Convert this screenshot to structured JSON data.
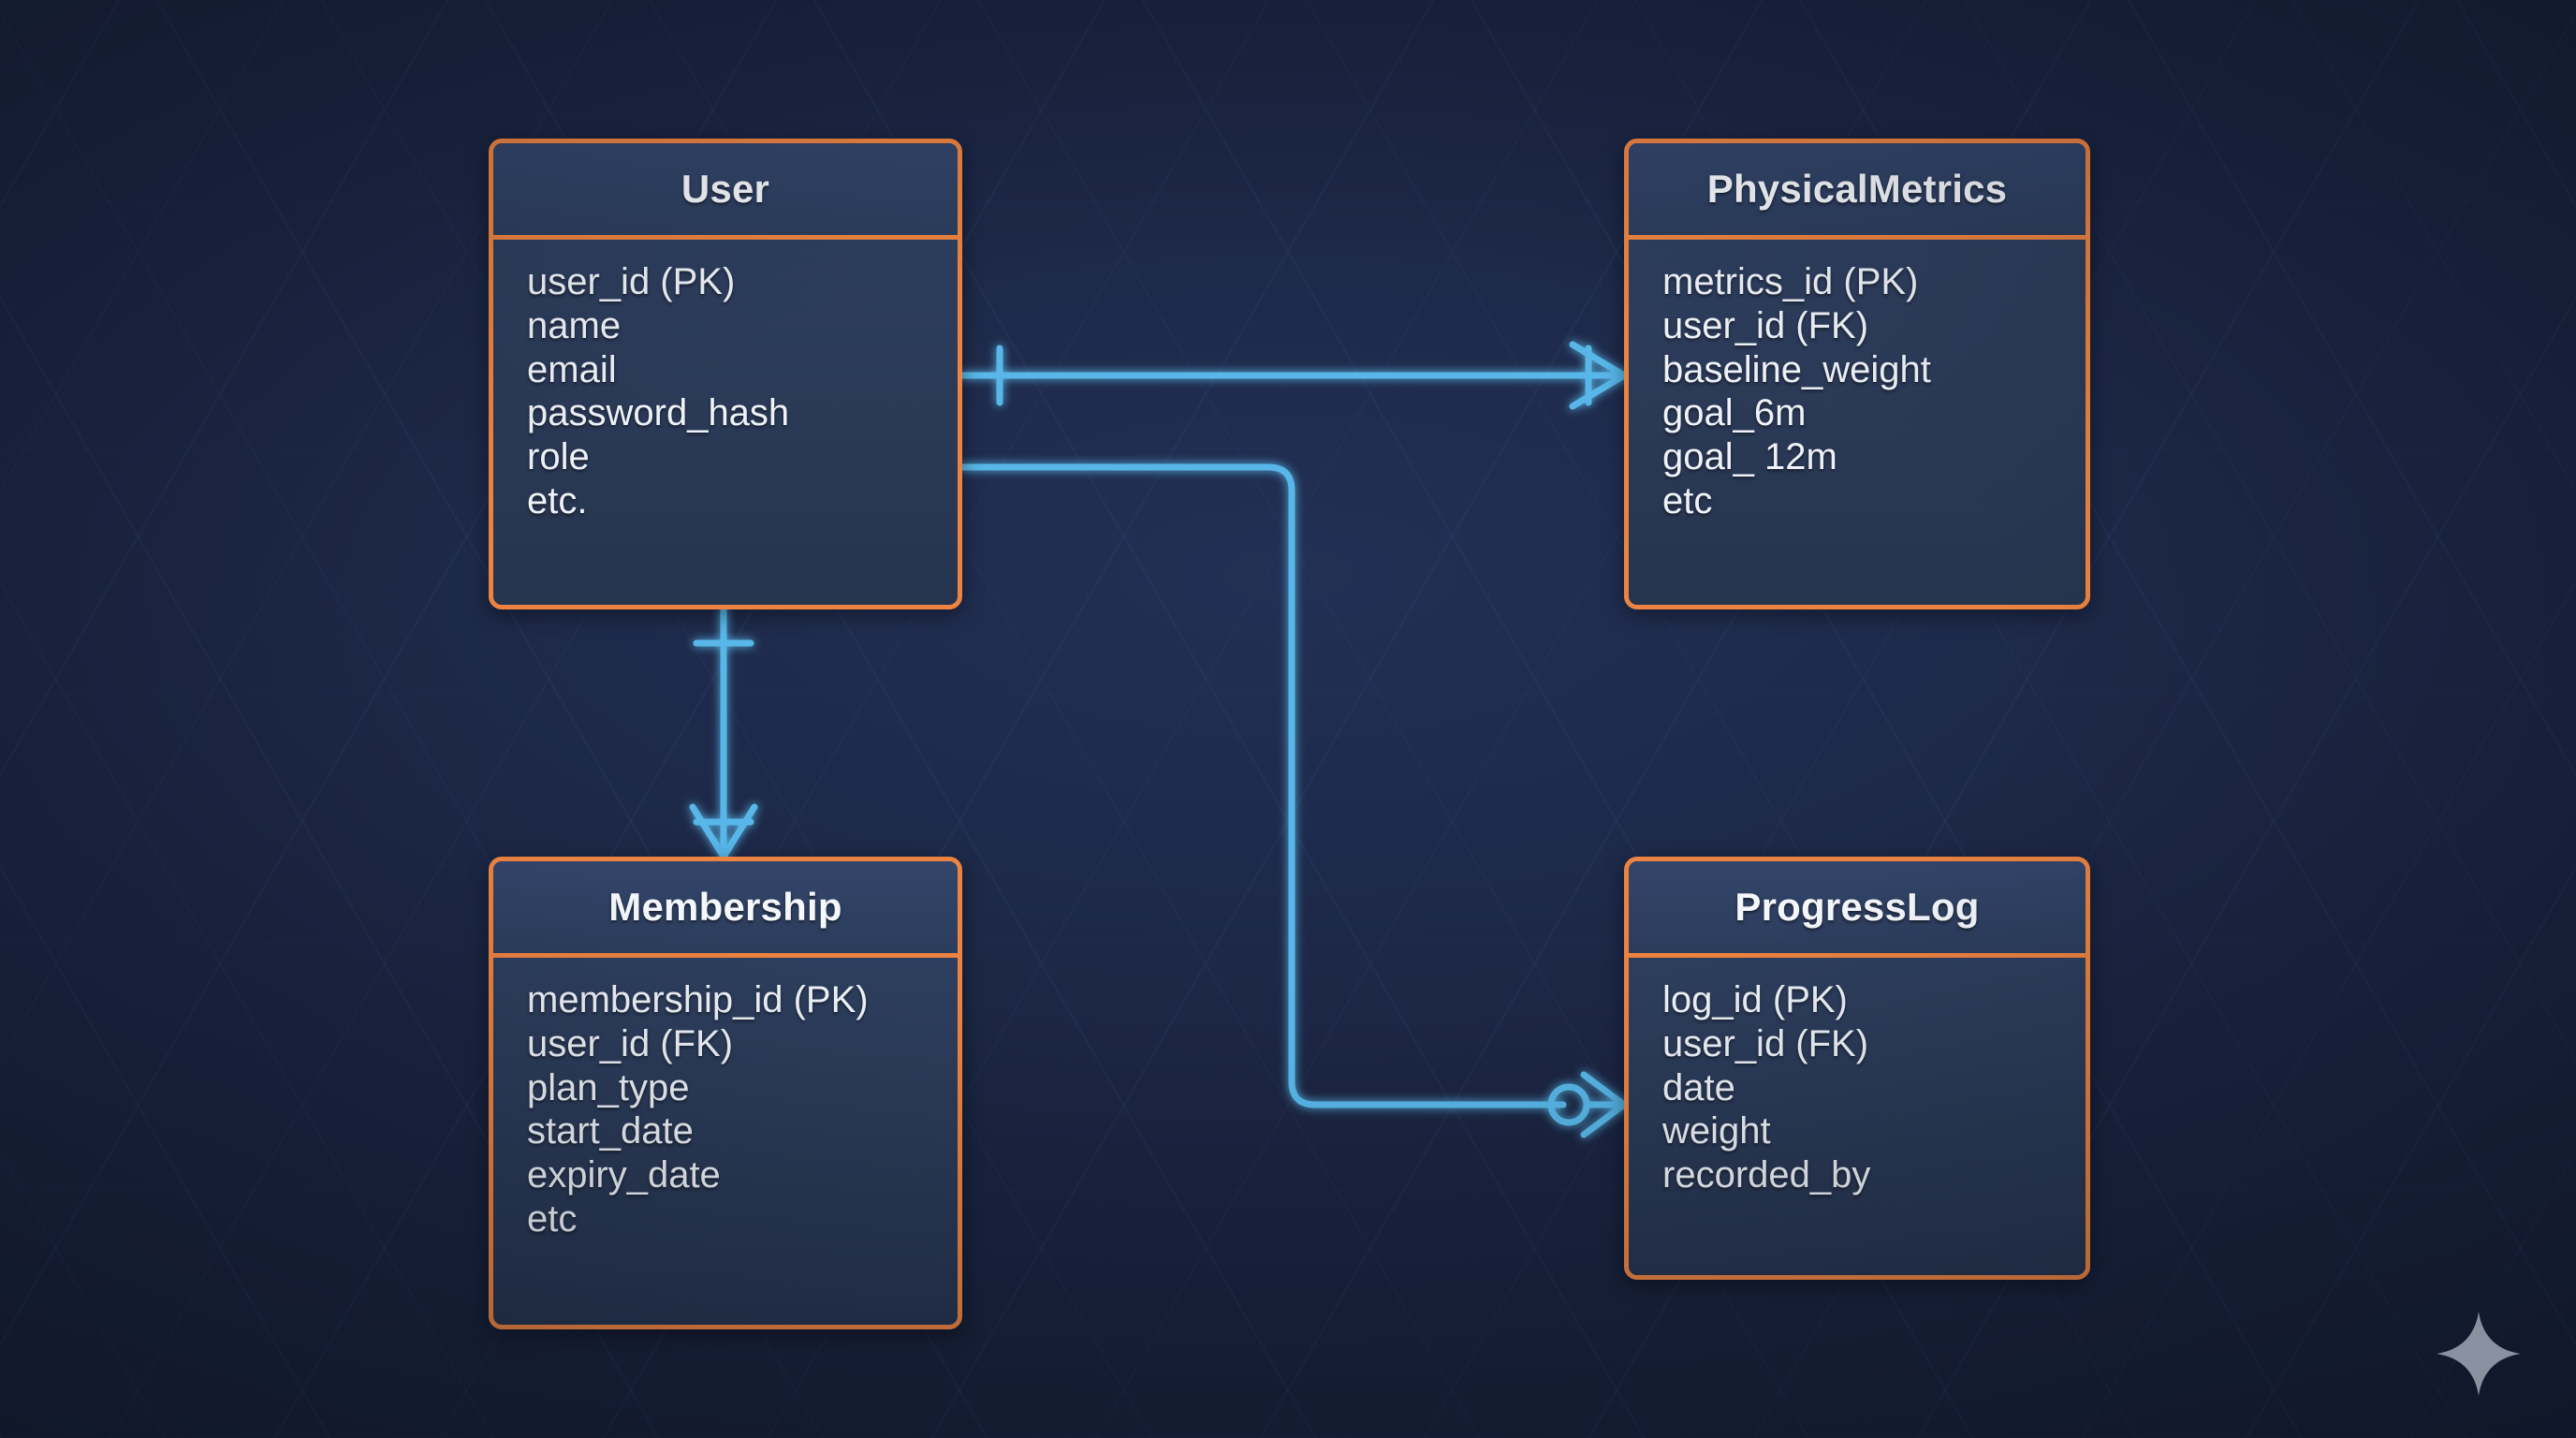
{
  "diagram": {
    "type": "entity-relationship-diagram",
    "notation": "crow's foot",
    "background_color": "#1b263f",
    "entity_border_color": "#ec8340",
    "entity_fill_color": "#2e3f5e",
    "connector_color": "#58b7e8",
    "text_color": "#eef2f8"
  },
  "entities": [
    {
      "id": "user",
      "name": "User",
      "attributes": [
        "user_id (PK)",
        "name",
        "email",
        "password_hash",
        "role",
        "etc."
      ]
    },
    {
      "id": "physicalmetrics",
      "name": "PhysicalMetrics",
      "attributes": [
        "metrics_id (PK)",
        "user_id (FK)",
        "baseline_weight",
        "goal_6m",
        "goal_ 12m",
        "etc"
      ]
    },
    {
      "id": "membership",
      "name": "Membership",
      "attributes": [
        "membership_id (PK)",
        "user_id (FK)",
        "plan_type",
        "start_date",
        "expiry_date",
        "etc"
      ]
    },
    {
      "id": "progresslog",
      "name": "ProgressLog",
      "attributes": [
        "log_id (PK)",
        "user_id (FK)",
        "date",
        "weight",
        "recorded_by"
      ]
    }
  ],
  "relationships": [
    {
      "id": "user-physicalmetrics",
      "from": "User",
      "to": "PhysicalMetrics",
      "from_cardinality": "one",
      "to_cardinality": "one-or-many",
      "label": ""
    },
    {
      "id": "user-membership",
      "from": "User",
      "to": "Membership",
      "from_cardinality": "one",
      "to_cardinality": "one-or-many",
      "label": ""
    },
    {
      "id": "user-progresslog",
      "from": "User",
      "to": "ProgressLog",
      "from_cardinality": "",
      "to_cardinality": "zero-or-many",
      "label": ""
    }
  ],
  "watermark": {
    "icon": "sparkle-icon",
    "color": "#b8bfcc"
  }
}
